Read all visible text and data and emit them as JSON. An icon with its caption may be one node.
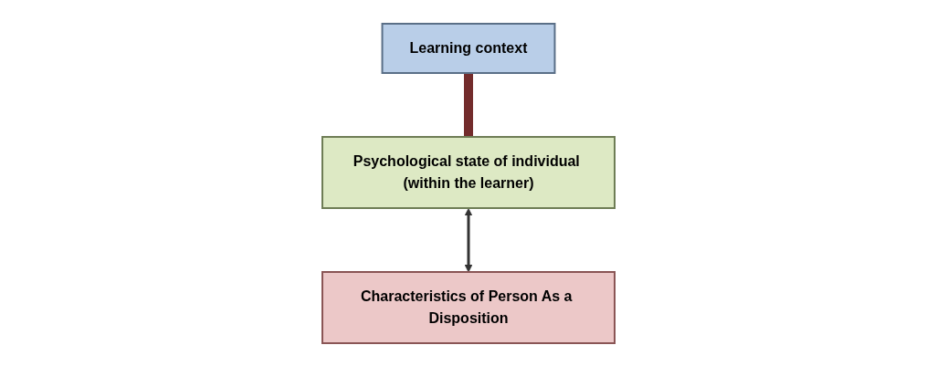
{
  "diagram": {
    "nodes": [
      {
        "text": [
          "Characteristics of Person As a Disposition"
        ]
      },
      {
        "text": [
          "Learning context"
        ]
      },
      {
        "text": [
          "Psychological state of individual (within the learner)"
        ]
      }
    ],
    "edges": [
      {
        "from": 2,
        "to": 0,
        "arrow": "both"
      },
      {
        "from": 1,
        "to": 2,
        "arrow": "none",
        "style": "thick",
        "color": "#732c2c"
      }
    ]
  }
}
